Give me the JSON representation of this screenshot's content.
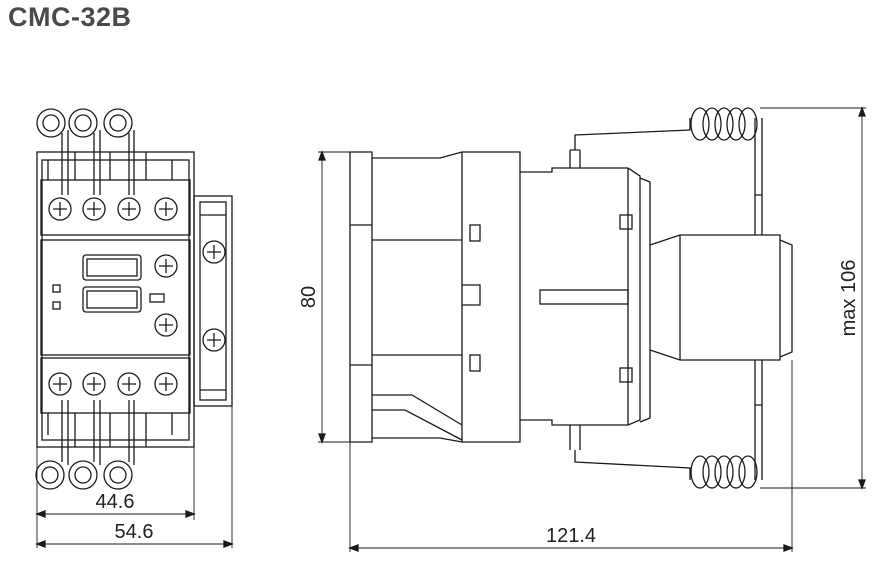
{
  "header": {
    "title": "CMC-32B"
  },
  "dimensions": {
    "front_inner_width": "44.6",
    "front_outer_width": "54.6",
    "side_height": "80",
    "side_length": "121.4",
    "side_max_height": "max 106"
  },
  "colors": {
    "line": "#1a1a1a",
    "title": "#4a4a4a"
  }
}
